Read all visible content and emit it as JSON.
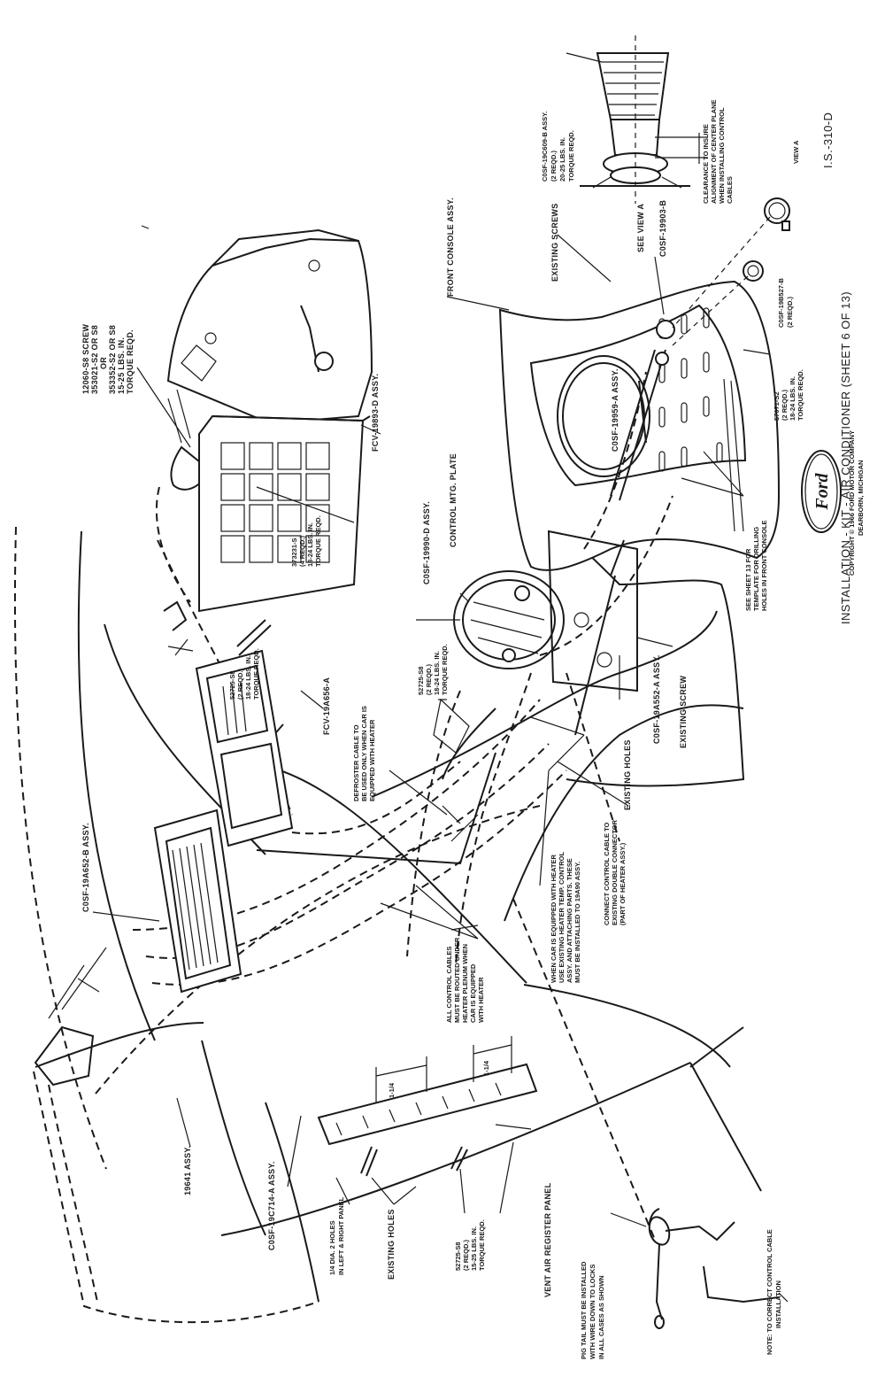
{
  "title": {
    "doc_number": "I.S.-310-D",
    "sheet_title": "INSTALLATION - KIT - AIR CONDITIONER (SHEET 6 OF 13)"
  },
  "publisher": {
    "logo": "Ford",
    "copyright": "COPYRIGHT © 1966 FORD MOTOR COMPANY",
    "city": "DEARBORN, MICHIGAN"
  },
  "labels": {
    "screw_top": [
      "12060-S8 SCREW",
      "353021-S2 OR S8",
      "OR",
      "353352-S2 OR S8",
      "15-25 LBS. IN.",
      "TORQUE REQD."
    ],
    "fcv_assy": "FCV-19893-D ASSY.",
    "bolt_18_24": [
      "373231-S",
      "(4 REQD.)",
      "18-24 LBS. IN.",
      "TORQUE REQD."
    ],
    "front_console": "FRONT CONSOLE ASSY.",
    "existing_screws": "EXISTING SCREWS",
    "see_view_a": "SEE VIEW A",
    "c0sf_19903": "C0SF-19903-B",
    "c0sf_19c609": [
      "C0SF-19C609-B ASSY.",
      "(2 REQD.)",
      "20-25 LBS. IN.",
      "TORQUE REQD."
    ],
    "clearance_note": [
      "CLEARANCE TO INSURE",
      "ALIGNMENT OF CENTER PLANE",
      "WHEN INSTALLING CONTROL",
      "CABLES"
    ],
    "view_a": "VIEW A",
    "knob_part": [
      "C0SF-19B527-B",
      "(2 REQD.)"
    ],
    "screw_console": [
      "57071-S2",
      "(2 REQD.)",
      "18-24 LBS. IN.",
      "TORQUE REQD."
    ],
    "c0sf_19959": "C0SF-19959-A ASSY.",
    "see_sheet_13": [
      "SEE SHEET 13 FOR",
      "TEMPLATE FOR DRILLING",
      "HOLES IN FRONT CONSOLE"
    ],
    "c0sf_19990": "C0SF-19990-D ASSY.",
    "control_plate": "CONTROL MTG. PLATE",
    "screw_plate": [
      "52725-S8",
      "(2 REQD.)",
      "18-24 LBS. IN.",
      "TORQUE REQD."
    ],
    "c0sf_19a552": "C0SF-19A552-A ASSY.",
    "existing_screw": "EXISTING SCREW",
    "existing_holes_right": "EXISTING HOLES",
    "screw_vent": [
      "52725-S8",
      "(2 REQD.)",
      "18-24 LBS. IN.",
      "TORQUE REQD."
    ],
    "fcv_19a656": "FCV-19A656-A",
    "defroster_note": [
      "DEFROSTER CABLE TO",
      "BE USED ONLY WHEN CAR IS",
      "EQUIPPED WITH HEATER"
    ],
    "c0sf_19a652": "C0SF-19A652-B ASSY.",
    "connect_control": [
      "CONNECT CONTROL CABLE TO",
      "EXISTING DOUBLE CONNECTOR",
      "(PART OF HEATER ASSY.)"
    ],
    "heater_note": [
      "WHEN CAR IS EQUIPPED WITH HEATER",
      "USE EXISTING HEATER TEMP. CONTROL",
      "ASSY. AND ATTACHING PARTS. THESE",
      "MUST BE INSTALLED TO 19A90 ASSY."
    ],
    "cables_note": [
      "ALL CONTROL CABLES",
      "MUST BE ROUTED UNDER",
      "HEATER PLENUM WHEN",
      "CAR IS EQUIPPED",
      "WITH HEATER"
    ],
    "dim_left": "1-1/4",
    "dim_right": "1-1/4",
    "vent_panel": "VENT AIR REGISTER PANEL",
    "screw_bottom": [
      "52725-S8",
      "(2 REQD.)",
      "15-25 LBS. IN.",
      "TORQUE REQD."
    ],
    "existing_holes_bottom": "EXISTING HOLES",
    "drill_holes": [
      "1/4 DIA. 2 HOLES",
      "IN LEFT & RIGHT PANEL"
    ],
    "c0sf_19c714": "C0SF-19C714-A ASSY.",
    "part_19641": "19641 ASSY.",
    "pig_tail_note": [
      "PIG TAIL MUST BE INSTALLED",
      "WITH WIRE DOWN TO LOCKS",
      "IN ALL CASES AS SHOWN"
    ],
    "connect_note": [
      "NOTE: TO CORRECT CONTROL CABLE",
      "INSTALLATION"
    ]
  }
}
